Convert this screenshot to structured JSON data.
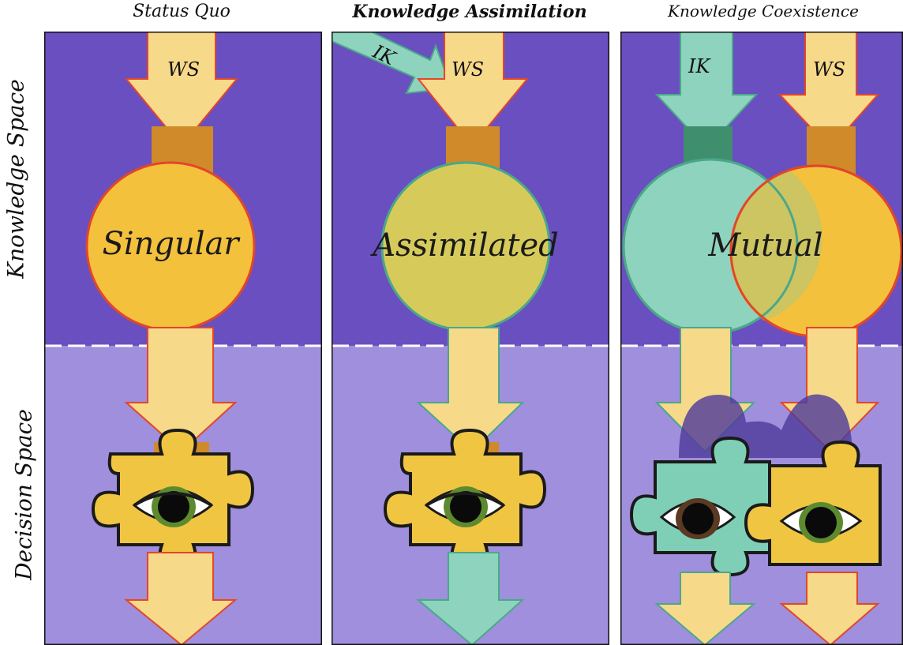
{
  "columns": [
    {
      "title": "Status Quo",
      "circle_label": "Singular",
      "arrow_labels": [
        "WS"
      ]
    },
    {
      "title": "Knowledge Assimilation",
      "circle_label": "Assimilated",
      "arrow_labels": [
        "IK",
        "WS"
      ]
    },
    {
      "title": "Knowledge Coexistence",
      "circle_label": "Mutual",
      "arrow_labels": [
        "IK",
        "WS"
      ]
    }
  ],
  "side_labels": {
    "top": "Knowledge Space",
    "bottom": "Decision Space"
  },
  "colors": {
    "knowledge_bg": "#6a4fc0",
    "decision_bg": "#9f8fdc",
    "ws_fill": "#f7d98a",
    "ws_stroke": "#e2462a",
    "ik_fill": "#8ed3bd",
    "ik_stroke": "#4aa88a",
    "singular_fill": "#f3c13c",
    "assimilated_fill": "#d6cb5a",
    "puzzle_yellow": "#f0c542",
    "puzzle_teal": "#7fcfb7"
  }
}
